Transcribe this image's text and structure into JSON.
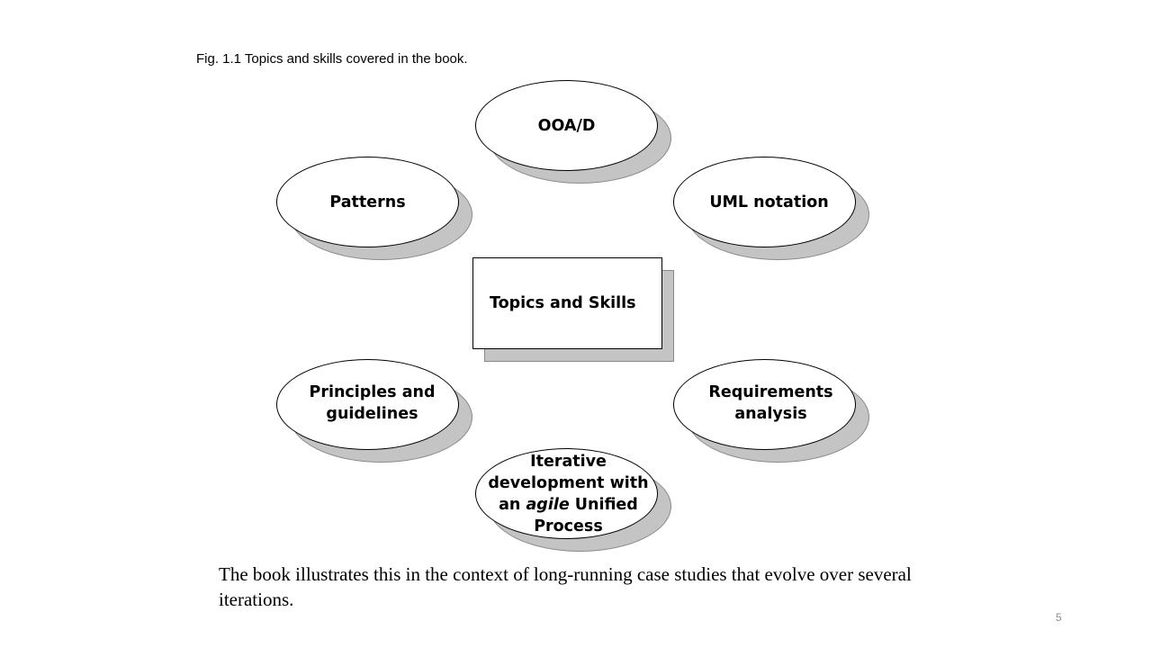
{
  "caption": "Fig. 1.1 Topics and skills covered in the book.",
  "center": {
    "label": "Topics and Skills"
  },
  "nodes": {
    "ooad": "OOA/D",
    "patterns": "Patterns",
    "uml": "UML notation",
    "principles": "Principles and\nguidelines",
    "requirements": "Requirements\nanalysis",
    "iterative": {
      "line1": "Iterative",
      "line2": "development with",
      "line3_pre": "an ",
      "line3_em": "agile",
      "line3_post": " Unified",
      "line4": "Process"
    }
  },
  "body_text": "The book illustrates this in the context of long-running case studies that evolve over several iterations.",
  "page_number": "5"
}
